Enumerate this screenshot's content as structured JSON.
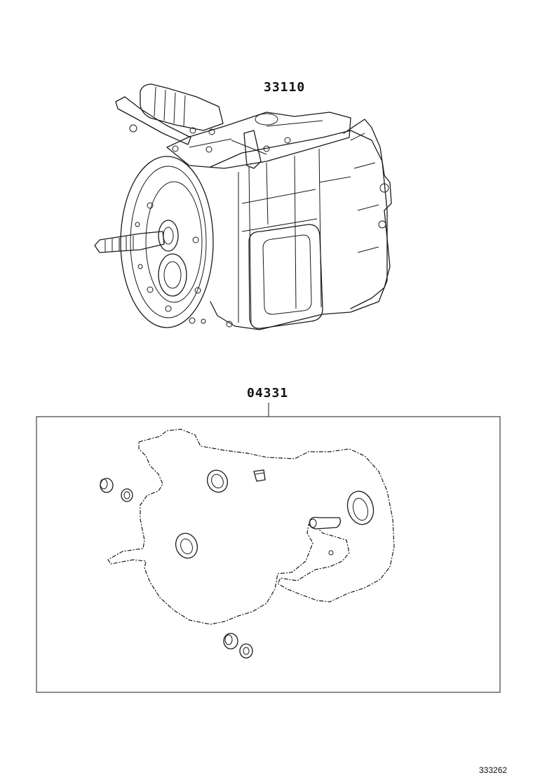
{
  "parts": {
    "transmission_assembly": {
      "part_number": "33110"
    },
    "gasket_kit": {
      "part_number": "04331"
    }
  },
  "diagram_id": "333262"
}
